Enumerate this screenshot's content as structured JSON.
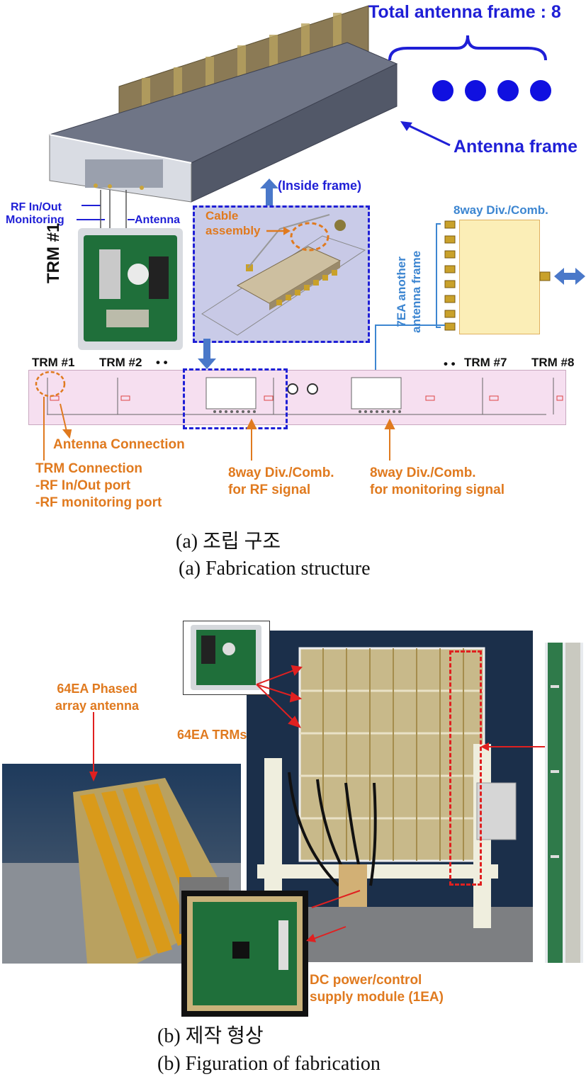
{
  "part_a": {
    "total_frames_label": "Total antenna frame : 8",
    "antenna_frame_label": "Antenna frame",
    "inside_frame_label": "(Inside frame)",
    "rf_inout_label": "RF In/Out",
    "monitoring_label": "Monitoring",
    "antenna_label": "Antenna",
    "trm1_photo_label": "TRM #1",
    "cable_assembly_label": "Cable\nassembly",
    "div_comb_top_label": "8way Div./Comb.",
    "another_frame_label": "7EA another\nantenna frame",
    "trm_labels": [
      "TRM #1",
      "TRM #2",
      "• •",
      "• •",
      "TRM #7",
      "TRM #8"
    ],
    "antenna_connection_label": "Antenna Connection",
    "trm_connection_label": "TRM Connection\n-RF In/Out port\n-RF monitoring port",
    "div_rf_label": "8way Div./Comb.\nfor RF signal",
    "div_mon_label": "8way Div./Comb.\nfor monitoring signal",
    "caption_kr": "(a) 조립 구조",
    "caption_en": "(a) Fabrication structure"
  },
  "part_b": {
    "phased_array_label": "64EA Phased\narray antenna",
    "trms_label": "64EA TRMs",
    "dc_module_label": "DC power/control\nsupply module (1EA)",
    "caption_kr": "(b) 제작 형상",
    "caption_en": "(b) Figuration of fabrication"
  },
  "colors": {
    "blue": "#1f1fd6",
    "light_blue": "#3d86d1",
    "orange": "#e07a1f",
    "red_dashed": "#e02020",
    "pink_board": "#f6dff0"
  }
}
